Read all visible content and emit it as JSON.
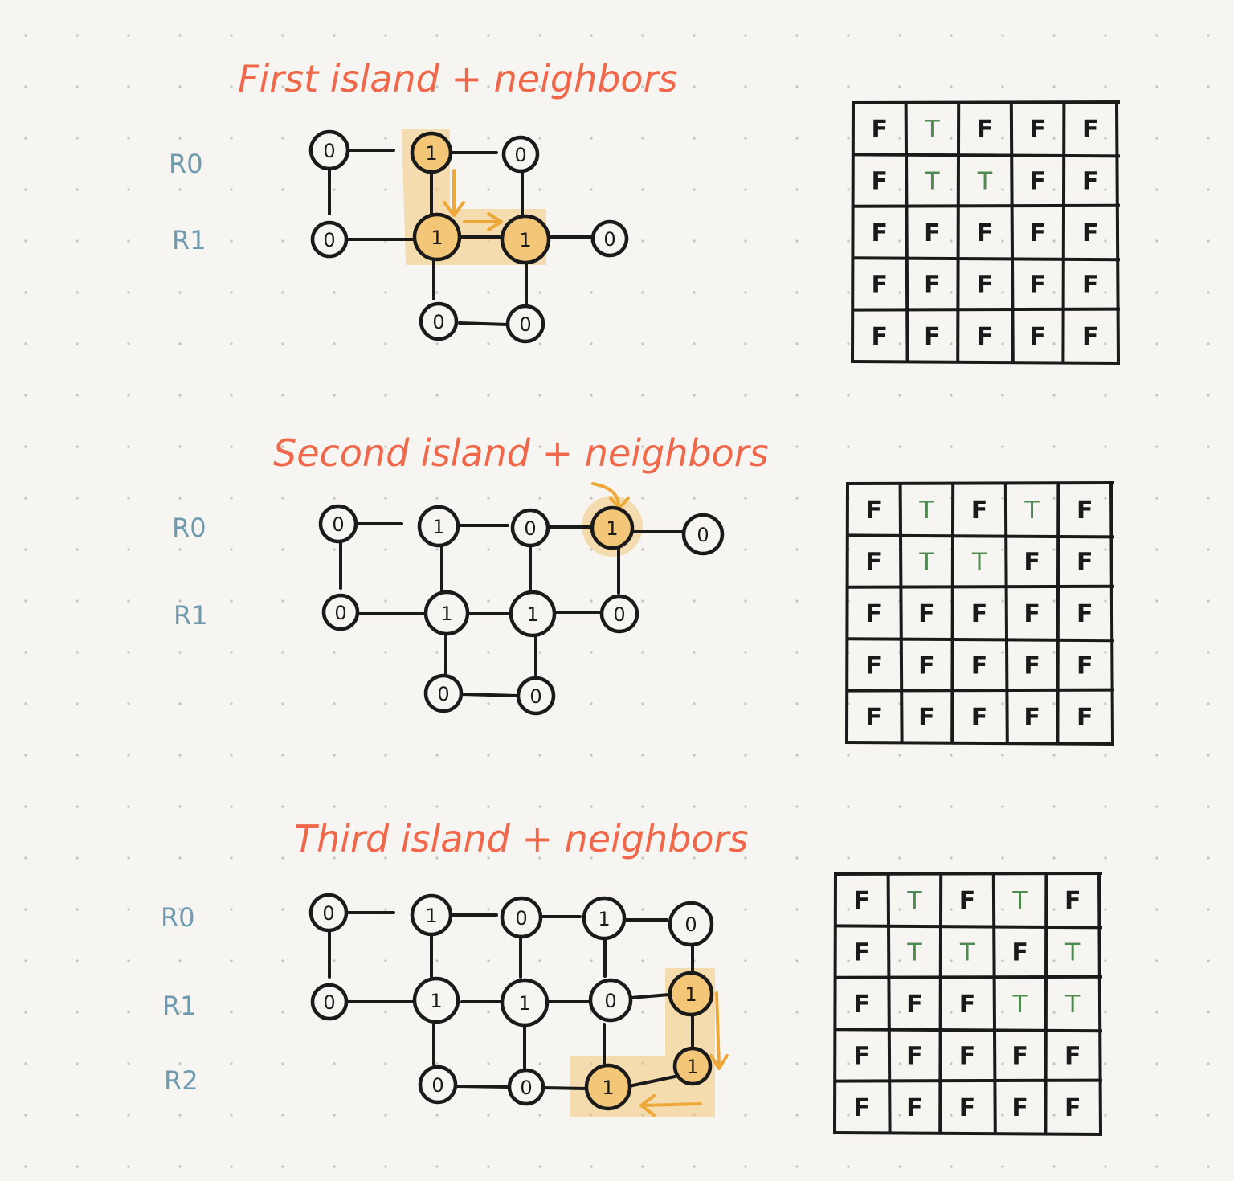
{
  "panels": [
    {
      "title": "First island + neighbors",
      "row_labels": [
        "R0",
        "R1"
      ],
      "nodes": [
        {
          "id": "a",
          "value": "0"
        },
        {
          "id": "b",
          "value": "1",
          "highlight": true
        },
        {
          "id": "c",
          "value": "0"
        },
        {
          "id": "d",
          "value": "0"
        },
        {
          "id": "e",
          "value": "1",
          "highlight": true
        },
        {
          "id": "f",
          "value": "1",
          "highlight": true
        },
        {
          "id": "g",
          "value": "0"
        },
        {
          "id": "h",
          "value": "0"
        },
        {
          "id": "i",
          "value": "0"
        }
      ],
      "visited": [
        [
          "F",
          "T",
          "F",
          "F",
          "F"
        ],
        [
          "F",
          "T",
          "T",
          "F",
          "F"
        ],
        [
          "F",
          "F",
          "F",
          "F",
          "F"
        ],
        [
          "F",
          "F",
          "F",
          "F",
          "F"
        ],
        [
          "F",
          "F",
          "F",
          "F",
          "F"
        ]
      ]
    },
    {
      "title": "Second island + neighbors",
      "row_labels": [
        "R0",
        "R1"
      ],
      "nodes": [
        {
          "id": "a",
          "value": "0"
        },
        {
          "id": "b",
          "value": "1"
        },
        {
          "id": "c",
          "value": "0"
        },
        {
          "id": "d",
          "value": "1",
          "highlight": true
        },
        {
          "id": "e",
          "value": "0"
        },
        {
          "id": "f",
          "value": "0"
        },
        {
          "id": "g",
          "value": "1"
        },
        {
          "id": "h",
          "value": "1"
        },
        {
          "id": "i",
          "value": "0"
        },
        {
          "id": "j",
          "value": "0"
        },
        {
          "id": "k",
          "value": "0"
        }
      ],
      "visited": [
        [
          "F",
          "T",
          "F",
          "T",
          "F"
        ],
        [
          "F",
          "T",
          "T",
          "F",
          "F"
        ],
        [
          "F",
          "F",
          "F",
          "F",
          "F"
        ],
        [
          "F",
          "F",
          "F",
          "F",
          "F"
        ],
        [
          "F",
          "F",
          "F",
          "F",
          "F"
        ]
      ]
    },
    {
      "title": "Third island + neighbors",
      "row_labels": [
        "R0",
        "R1",
        "R2"
      ],
      "nodes": [
        {
          "id": "a",
          "value": "0"
        },
        {
          "id": "b",
          "value": "1"
        },
        {
          "id": "c",
          "value": "0"
        },
        {
          "id": "d",
          "value": "1"
        },
        {
          "id": "e",
          "value": "0"
        },
        {
          "id": "f",
          "value": "0"
        },
        {
          "id": "g",
          "value": "1"
        },
        {
          "id": "h",
          "value": "1"
        },
        {
          "id": "i",
          "value": "0"
        },
        {
          "id": "j",
          "value": "1",
          "highlight": true
        },
        {
          "id": "k",
          "value": "0"
        },
        {
          "id": "l",
          "value": "0"
        },
        {
          "id": "m",
          "value": "1",
          "highlight": true
        },
        {
          "id": "n",
          "value": "1",
          "highlight": true
        }
      ],
      "visited": [
        [
          "F",
          "T",
          "F",
          "T",
          "F"
        ],
        [
          "F",
          "T",
          "T",
          "F",
          "T"
        ],
        [
          "F",
          "F",
          "F",
          "T",
          "T"
        ],
        [
          "F",
          "F",
          "F",
          "F",
          "F"
        ],
        [
          "F",
          "F",
          "F",
          "F",
          "F"
        ]
      ]
    }
  ],
  "colors": {
    "title": "#f0674a",
    "row_label": "#6e9bb0",
    "highlight": "#f3c777",
    "arrow": "#eea83a",
    "visited_true": "#4f8a52",
    "visited_false": "#1a1a1a"
  }
}
